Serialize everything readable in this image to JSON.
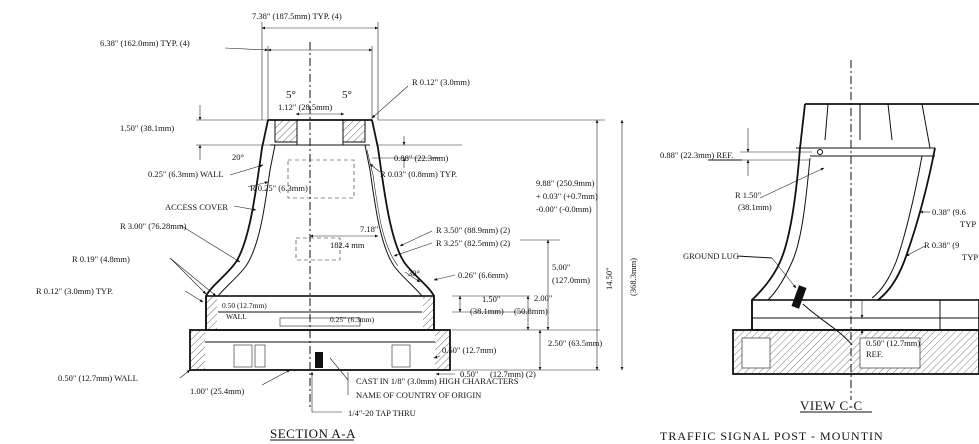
{
  "section_a": {
    "title": "SECTION A-A",
    "dims": {
      "top_width": "7.38\" (187.5mm) TYP. (4)",
      "upper_width": "6.38\" (162.0mm) TYP. (4)",
      "angle_left": "5°",
      "angle_right": "5°",
      "radius_top": "R 0.12\" (3.0mm)",
      "inner_width": "1.12\" (28.5mm)",
      "height_top": "1.50\" (38.1mm)",
      "angle_20": "20°",
      "dim_088": "0.88\" (22.3mm)",
      "radius_003": "R 0.03\" (0.8mm) TYP.",
      "wall_025": "0.25\" (6.3mm) WALL",
      "radius_025": "R 0.25\" (6.3mm)",
      "access_cover": "ACCESS COVER",
      "dim_718": "7.18\"",
      "dim_1824": "182.4 mm",
      "radius_350": "R 3.50\" (88.9mm) (2)",
      "radius_325": "R 3.25\" (82.5mm) (2)",
      "radius_300": "R 3.00\" (76.28mm)",
      "angle_30": "30°",
      "dim_026": "0.26\" (6.6mm)",
      "radius_019": "R 0.19\" (4.8mm)",
      "radius_012": "R 0.12\" (3.0mm) TYP.",
      "wall_050": "0.50 (12.7mm)",
      "wall_word": "WALL",
      "dim_025b": "0.25\" (6.3mm)",
      "dim_150b": "1.50\"",
      "dim_381": "(38.1mm)",
      "dim_200": "2.00\"",
      "dim_508": "(50.8mm)",
      "dim_500": "5.00\"",
      "dim_1270": "(127.0mm)",
      "dim_988": "9.88\" (250.9mm)",
      "tol_plus": "+ 0.03\" (+0.7mm)",
      "tol_minus": "-0.00\" (-0.0mm)",
      "dim_1450": "14.50\"",
      "dim_3683": "(368.3mm)",
      "dim_250": "2.50\" (63.5mm)",
      "dim_050_127": "0.50\" (12.7mm)",
      "wall_bottom": "0.50\" (12.7mm) WALL",
      "dim_050_2": "0.50\"",
      "dim_127_2": "(12.7mm) (2)",
      "dim_100": "1.00\" (25.4mm)",
      "cast_note_1": "CAST IN 1/8\" (3.0mm) HIGH CHARACTERS",
      "cast_note_2": "NAME OF COUNTRY OF ORIGIN",
      "tap_note": "1/4\"-20 TAP THRU"
    }
  },
  "view_c": {
    "title": "VIEW C-C",
    "dims": {
      "ref_088": "0.88\" (22.3mm) REF.",
      "radius_150": "R 1.50\"",
      "radius_150_mm": "(38.1mm)",
      "ground_lug": "GROUND LUG",
      "dim_038": "0.38\" (9.6",
      "typ_1": "TYP",
      "radius_038": "R 0.38\" (9",
      "typ_2": "TYP",
      "dim_050": "0.50\" (12.7mm)",
      "ref": "REF."
    }
  },
  "caption": "TRAFFIC SIGNAL POST - MOUNTIN"
}
